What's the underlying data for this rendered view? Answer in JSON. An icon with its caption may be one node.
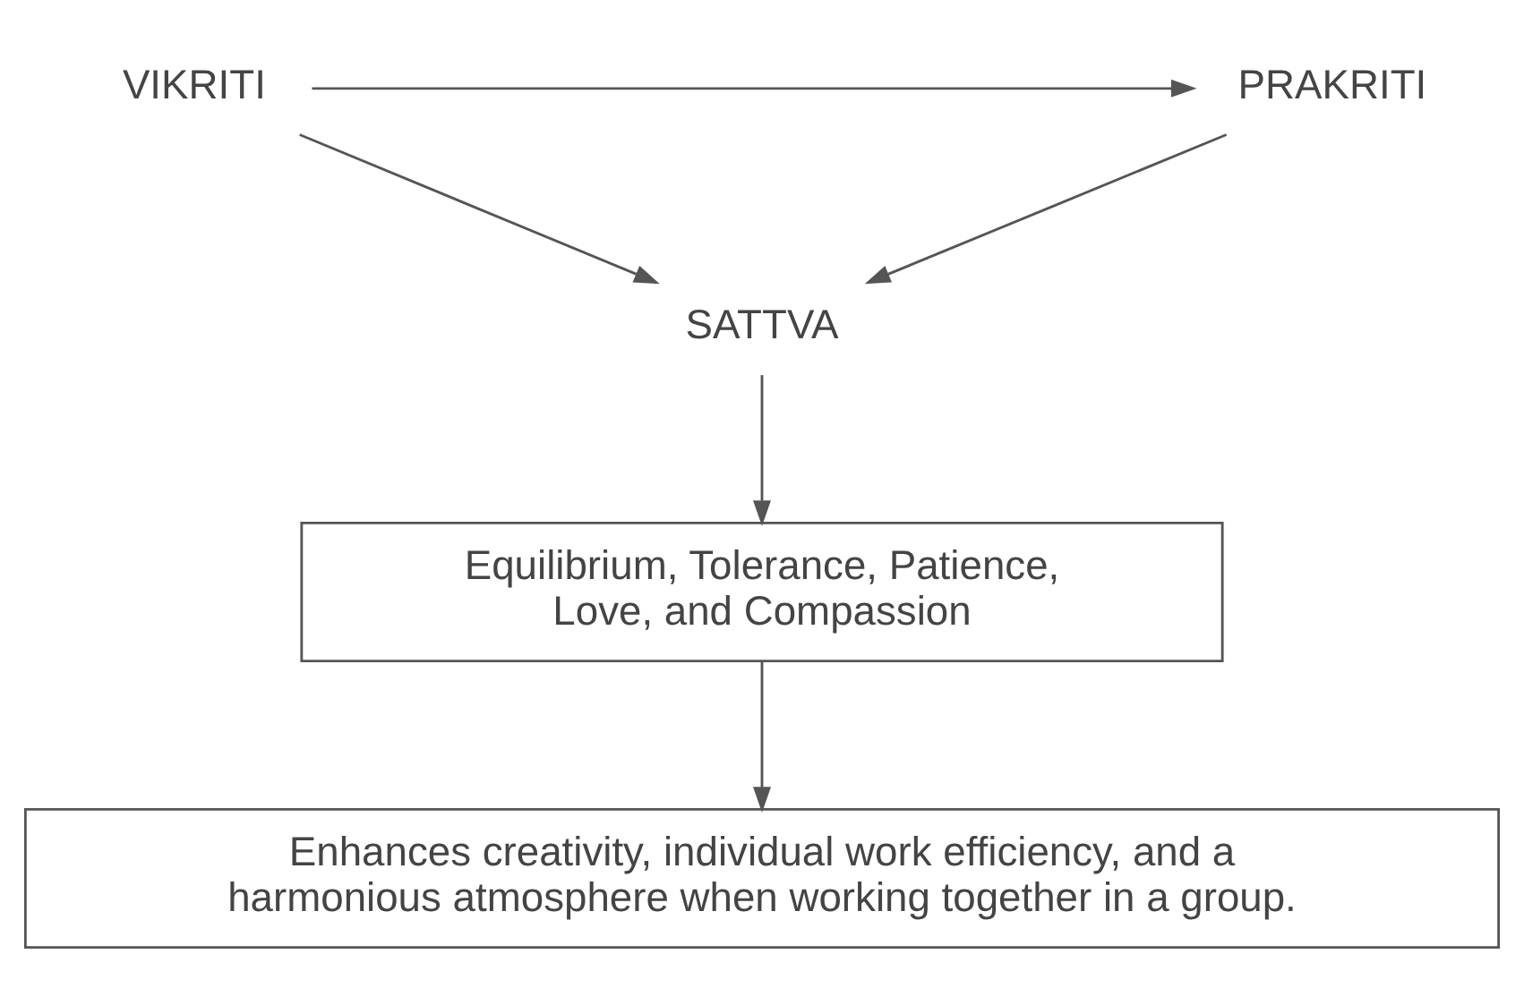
{
  "diagram": {
    "nodes": [
      {
        "text": [
          "PRAKRITI"
        ]
      },
      {
        "text": [
          "VIKRITI"
        ]
      },
      {
        "text": [
          "SATTVA"
        ]
      },
      {
        "text": [
          "Equilibrium, Tolerance, Patience, Love, and Compassion"
        ]
      },
      {
        "text": [
          "Enhances creativity, individual work efficiency, and a harmonious atmosphere when working together in a group."
        ]
      }
    ],
    "edges": [
      {
        "from": 1,
        "to": 0,
        "arrow": "to"
      },
      {
        "from": 0,
        "to": 2,
        "arrow": "to"
      },
      {
        "from": 1,
        "to": 2,
        "arrow": "to"
      },
      {
        "from": 2,
        "to": 3,
        "arrow": "to"
      },
      {
        "from": 3,
        "to": 4,
        "arrow": "to"
      }
    ]
  }
}
